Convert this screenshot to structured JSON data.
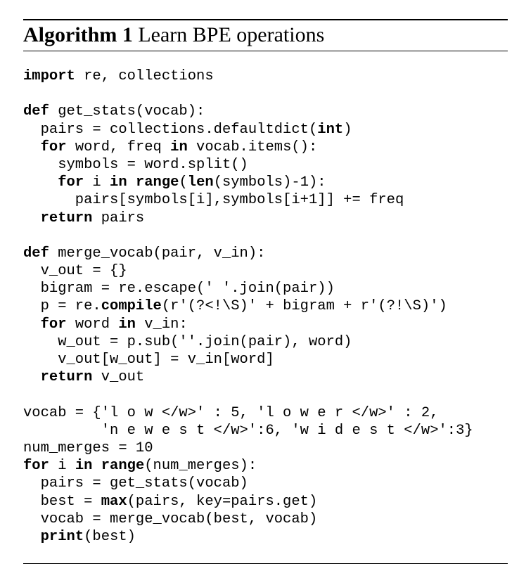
{
  "title": {
    "label": "Algorithm 1",
    "text": " Learn BPE operations"
  },
  "code_lines": [
    [
      {
        "t": "import",
        "b": true
      },
      {
        "t": " re, collections"
      }
    ],
    [],
    [
      {
        "t": "def",
        "b": true
      },
      {
        "t": " get_stats(vocab):"
      }
    ],
    [
      {
        "t": "  pairs = collections.defaultdict("
      },
      {
        "t": "int",
        "b": true
      },
      {
        "t": ")"
      }
    ],
    [
      {
        "t": "  "
      },
      {
        "t": "for",
        "b": true
      },
      {
        "t": " word, freq "
      },
      {
        "t": "in",
        "b": true
      },
      {
        "t": " vocab.items():"
      }
    ],
    [
      {
        "t": "    symbols = word.split()"
      }
    ],
    [
      {
        "t": "    "
      },
      {
        "t": "for",
        "b": true
      },
      {
        "t": " i "
      },
      {
        "t": "in",
        "b": true
      },
      {
        "t": " "
      },
      {
        "t": "range",
        "b": true
      },
      {
        "t": "("
      },
      {
        "t": "len",
        "b": true
      },
      {
        "t": "(symbols)-1):"
      }
    ],
    [
      {
        "t": "      pairs[symbols[i],symbols[i+1]] += freq"
      }
    ],
    [
      {
        "t": "  "
      },
      {
        "t": "return",
        "b": true
      },
      {
        "t": " pairs"
      }
    ],
    [],
    [
      {
        "t": "def",
        "b": true
      },
      {
        "t": " merge_vocab(pair, v_in):"
      }
    ],
    [
      {
        "t": "  v_out = {}"
      }
    ],
    [
      {
        "t": "  bigram = re.escape(' '.join(pair))"
      }
    ],
    [
      {
        "t": "  p = re."
      },
      {
        "t": "compile",
        "b": true
      },
      {
        "t": "(r'(?<!\\S)' + bigram + r'(?!\\S)')"
      }
    ],
    [
      {
        "t": "  "
      },
      {
        "t": "for",
        "b": true
      },
      {
        "t": " word "
      },
      {
        "t": "in",
        "b": true
      },
      {
        "t": " v_in:"
      }
    ],
    [
      {
        "t": "    w_out = p.sub(''.join(pair), word)"
      }
    ],
    [
      {
        "t": "    v_out[w_out] = v_in[word]"
      }
    ],
    [
      {
        "t": "  "
      },
      {
        "t": "return",
        "b": true
      },
      {
        "t": " v_out"
      }
    ],
    [],
    [
      {
        "t": "vocab = {'l o w </w>' : 5, 'l o w e r </w>' : 2,"
      }
    ],
    [
      {
        "t": "         'n e w e s t </w>':6, 'w i d e s t </w>':3}"
      }
    ],
    [
      {
        "t": "num_merges = 10"
      }
    ],
    [
      {
        "t": "for",
        "b": true
      },
      {
        "t": " i "
      },
      {
        "t": "in",
        "b": true
      },
      {
        "t": " "
      },
      {
        "t": "range",
        "b": true
      },
      {
        "t": "(num_merges):"
      }
    ],
    [
      {
        "t": "  pairs = get_stats(vocab)"
      }
    ],
    [
      {
        "t": "  best = "
      },
      {
        "t": "max",
        "b": true
      },
      {
        "t": "(pairs, key=pairs.get)"
      }
    ],
    [
      {
        "t": "  vocab = merge_vocab(best, vocab)"
      }
    ],
    [
      {
        "t": "  "
      },
      {
        "t": "print",
        "b": true
      },
      {
        "t": "(best)"
      }
    ]
  ]
}
